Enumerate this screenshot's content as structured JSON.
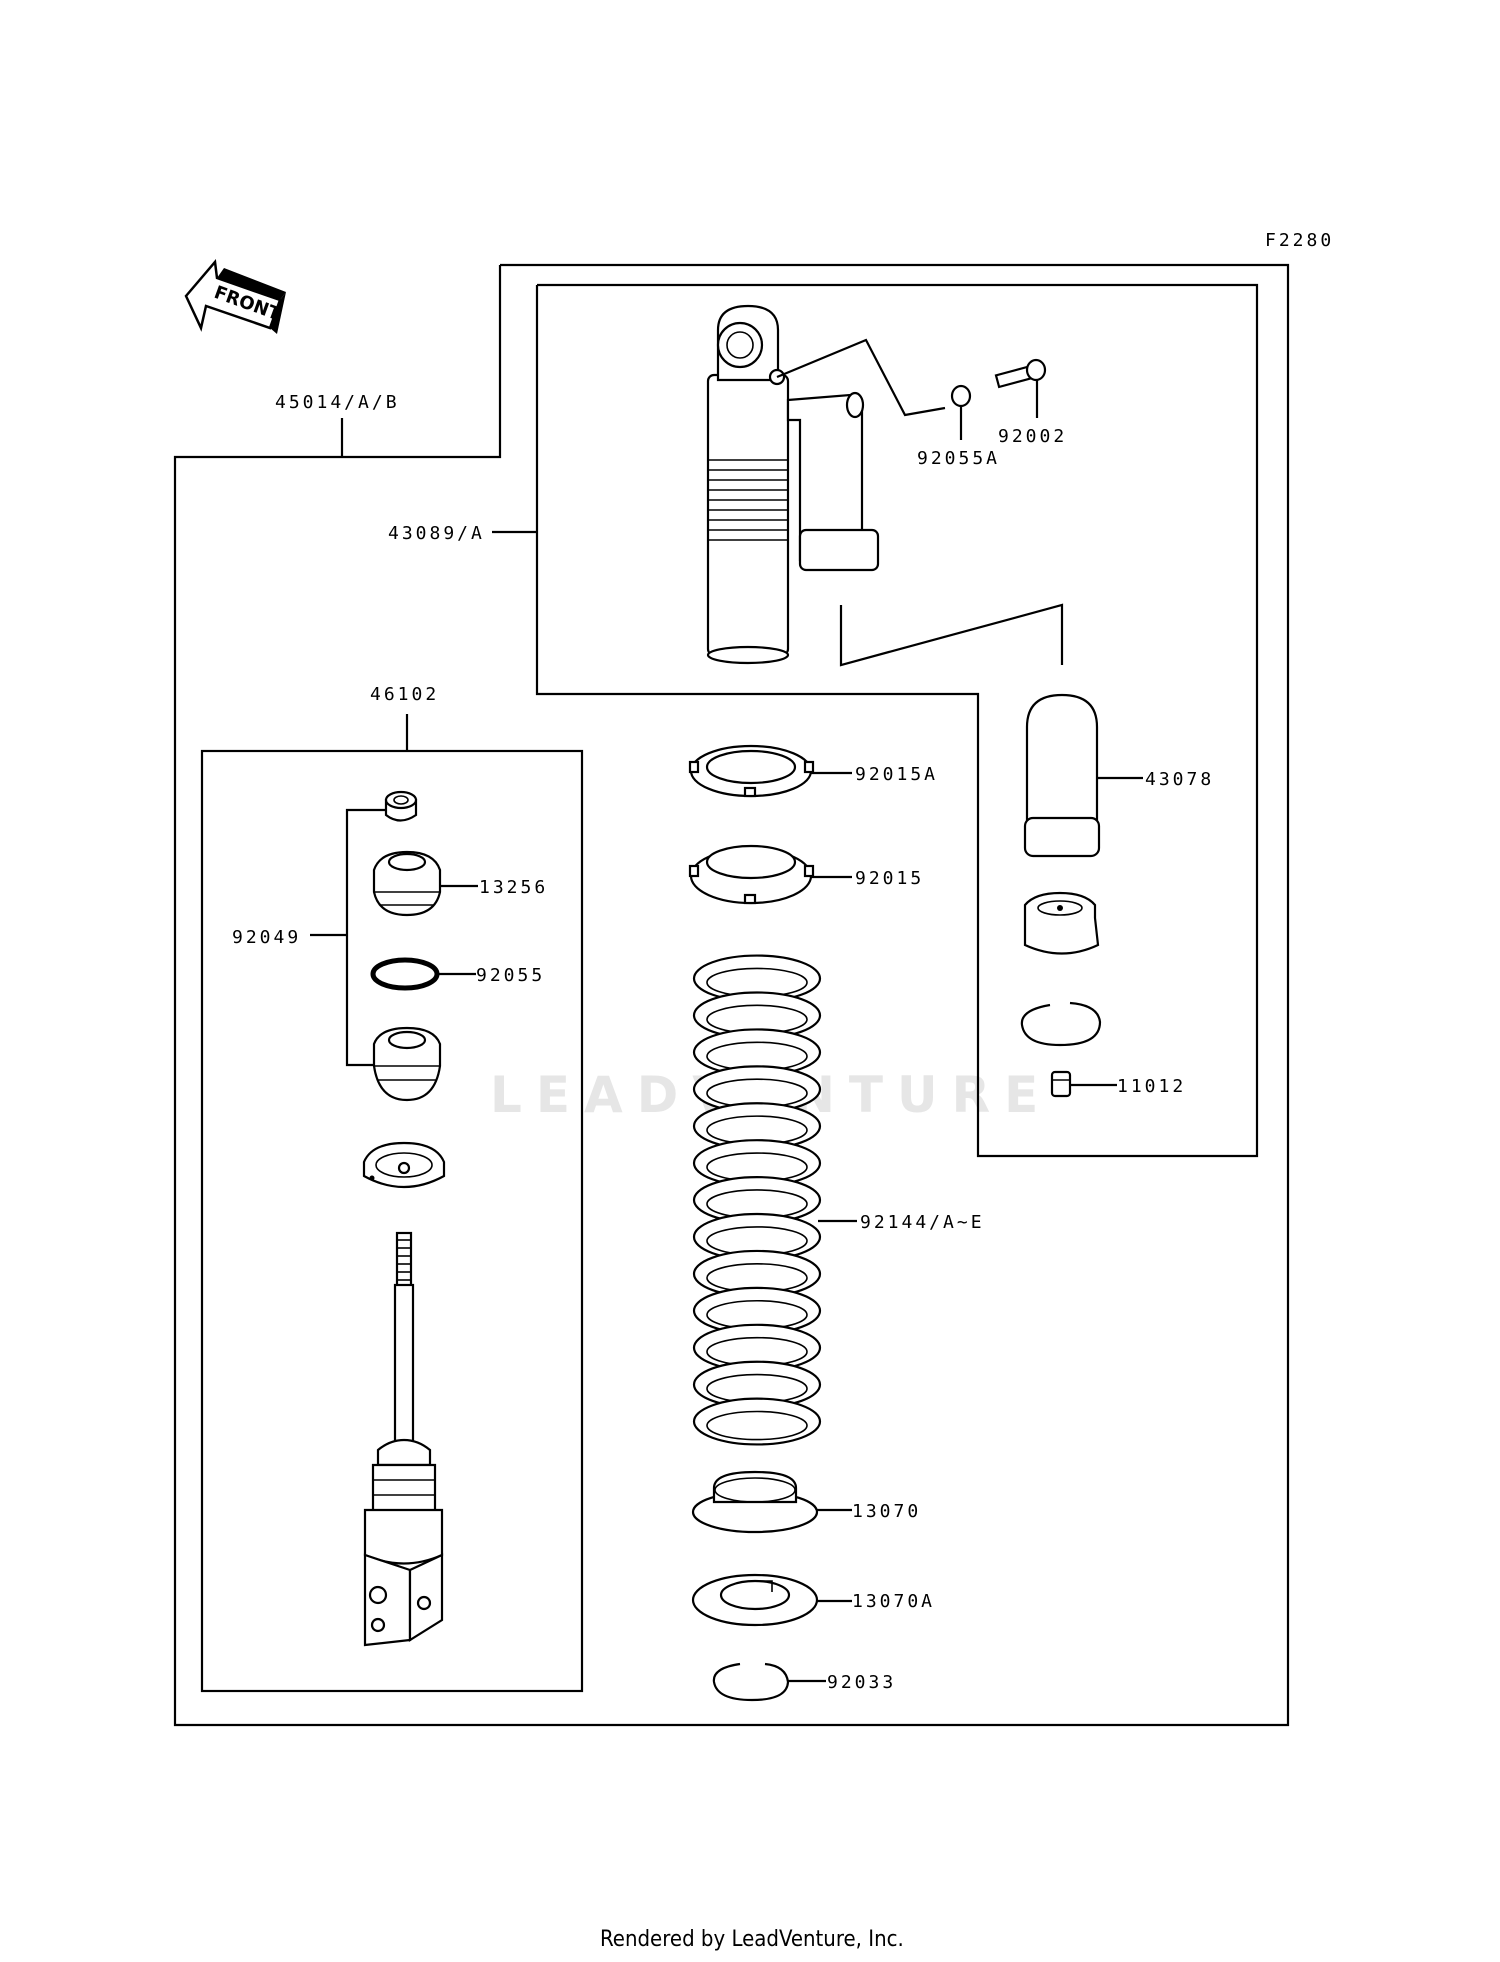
{
  "diagram_code": "F2280",
  "front_label": "FRONT",
  "watermark": "LEADVENTURE",
  "footer": "Rendered by LeadVenture, Inc.",
  "callouts": {
    "assembly": "45014/A/B",
    "body": "43089/A",
    "o_ring_a": "92055A",
    "bolt": "92002",
    "piston_rod_assy": "46102",
    "nut_set": "92049",
    "bushing": "13256",
    "o_ring": "92055",
    "locknut_a": "92015A",
    "locknut": "92015",
    "reservoir": "43078",
    "valve": "11012",
    "spring": "92144/A~E",
    "spring_seat": "13070",
    "spring_seat_a": "13070A",
    "circlip": "92033"
  }
}
